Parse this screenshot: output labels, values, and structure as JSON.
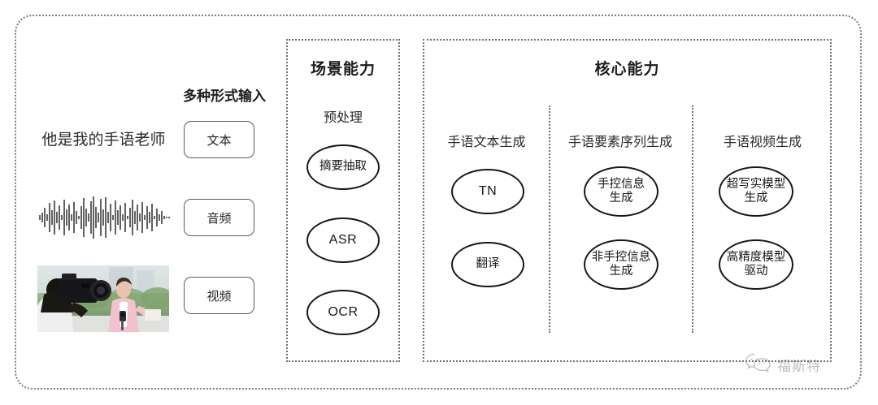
{
  "diagram": {
    "input_section": {
      "heading": "多种形式输入",
      "sample_sentence": "他是我的手语老师",
      "modalities": [
        {
          "label": "文本",
          "icon": "text-sample"
        },
        {
          "label": "音频",
          "icon": "audio-waveform"
        },
        {
          "label": "视频",
          "icon": "video-thumbnail"
        }
      ]
    },
    "scene_panel": {
      "title": "场景能力",
      "columns": [
        {
          "label": "预处理",
          "nodes": [
            "摘要抽取",
            "ASR",
            "OCR"
          ]
        }
      ]
    },
    "core_panel": {
      "title": "核心能力",
      "columns": [
        {
          "label": "手语文本生成",
          "nodes": [
            "TN",
            "翻译"
          ]
        },
        {
          "label": "手语要素序列生成",
          "nodes": [
            "手控信息\n生成",
            "非手控信息\n生成"
          ]
        },
        {
          "label": "手语视频生成",
          "nodes": [
            "超写实模型\n生成",
            "高精度模型\n驱动"
          ]
        }
      ]
    },
    "watermark": {
      "text": "福斯特",
      "icon": "wechat-icon"
    },
    "colors": {
      "border": "#6e6e74",
      "node_stroke": "#17171a",
      "text": "#231f20",
      "background": "#ffffff"
    }
  }
}
